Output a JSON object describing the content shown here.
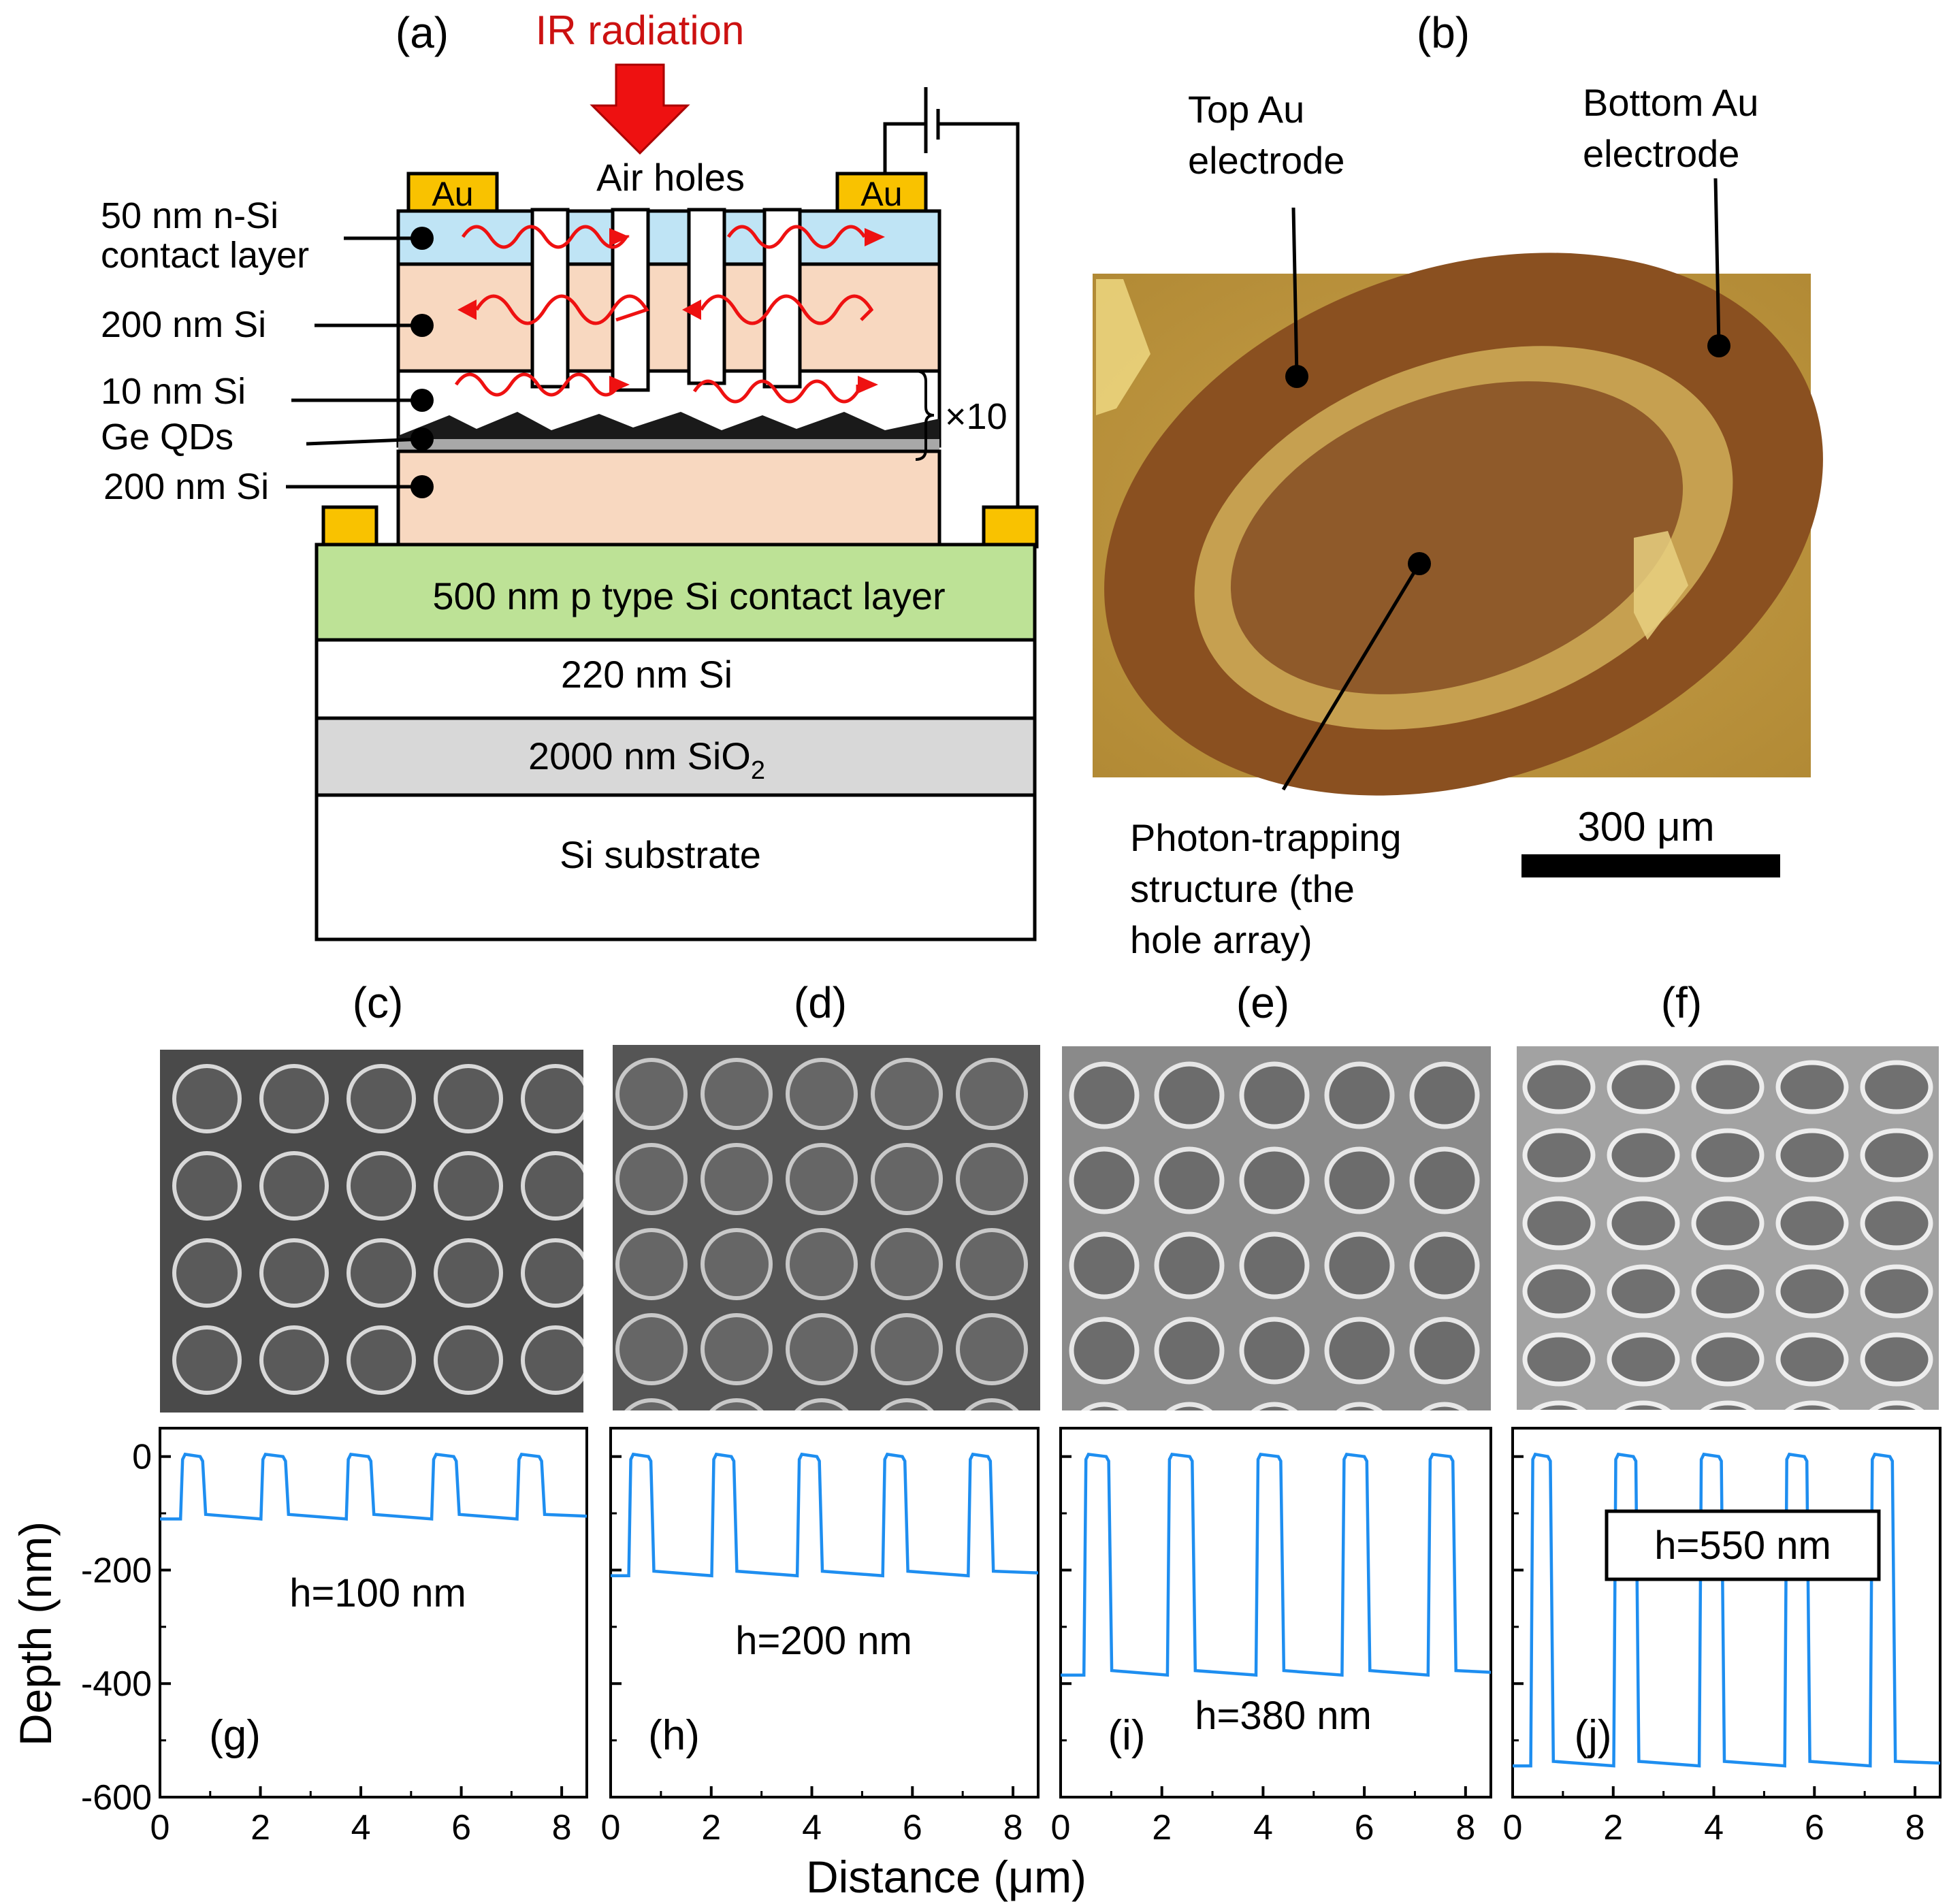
{
  "panel_a": {
    "label": "(a)",
    "ir_text": "IR radiation",
    "air_holes": "Air holes",
    "au_left": "Au",
    "au_right": "Au",
    "times10": "×10",
    "layers": {
      "nsi_line1": "50 nm n-Si",
      "nsi_line2": "contact layer",
      "si200_top": "200 nm Si",
      "si10": "10 nm Si",
      "geqd": "Ge QDs",
      "si200_bottom": "200 nm Si",
      "p_contact": "500 nm p type Si contact layer",
      "si220": "220 nm Si",
      "sio2_main": "2000 nm SiO",
      "sio2_sub": "2",
      "substrate": "Si substrate"
    }
  },
  "panel_b": {
    "label": "(b)",
    "top_au_line1": "Top Au",
    "top_au_line2": "electrode",
    "bottom_au_line1": "Bottom Au",
    "bottom_au_line2": "electrode",
    "pt_line1": "Photon-trapping",
    "pt_line2": "structure (the",
    "pt_line3": "hole array)",
    "scale": "300 μm"
  },
  "sem_labels": [
    "(c)",
    "(d)",
    "(e)",
    "(f)"
  ],
  "axes": {
    "ylabel": "Depth (nm)",
    "xlabel": "Distance (μm)",
    "yticks": [
      "0",
      "-200",
      "-400",
      "-600"
    ],
    "xticks": [
      "0",
      "2",
      "4",
      "6",
      "8"
    ]
  },
  "chart_data": [
    {
      "type": "line",
      "label": "(g)",
      "annotation": "h=100 nm",
      "hole_depth": -110,
      "surface": 0,
      "xlim": [
        0,
        8.5
      ],
      "ylim": [
        -600,
        50
      ],
      "plateaus": [
        [
          0.45,
          0.85
        ],
        [
          2.05,
          2.5
        ],
        [
          3.75,
          4.2
        ],
        [
          5.45,
          5.9
        ],
        [
          7.15,
          7.6
        ]
      ]
    },
    {
      "type": "line",
      "label": "(h)",
      "annotation": "h=200 nm",
      "hole_depth": -210,
      "surface": 0,
      "xlim": [
        0,
        8.5
      ],
      "ylim": [
        -600,
        50
      ],
      "plateaus": [
        [
          0.4,
          0.8
        ],
        [
          2.05,
          2.45
        ],
        [
          3.75,
          4.15
        ],
        [
          5.45,
          5.85
        ],
        [
          7.15,
          7.55
        ]
      ]
    },
    {
      "type": "line",
      "label": "(i)",
      "annotation": "h=380 nm",
      "hole_depth": -385,
      "surface": 0,
      "xlim": [
        0,
        8.5
      ],
      "ylim": [
        -600,
        50
      ],
      "plateaus": [
        [
          0.5,
          0.95
        ],
        [
          2.15,
          2.6
        ],
        [
          3.9,
          4.35
        ],
        [
          5.6,
          6.05
        ],
        [
          7.3,
          7.75
        ]
      ]
    },
    {
      "type": "line",
      "label": "(j)",
      "annotation": "h=550 nm",
      "hole_depth": -545,
      "surface": 0,
      "xlim": [
        0,
        8.5
      ],
      "ylim": [
        -600,
        50
      ],
      "plateaus": [
        [
          0.4,
          0.75
        ],
        [
          2.05,
          2.45
        ],
        [
          3.75,
          4.15
        ],
        [
          5.45,
          5.85
        ],
        [
          7.15,
          7.55
        ]
      ]
    }
  ]
}
